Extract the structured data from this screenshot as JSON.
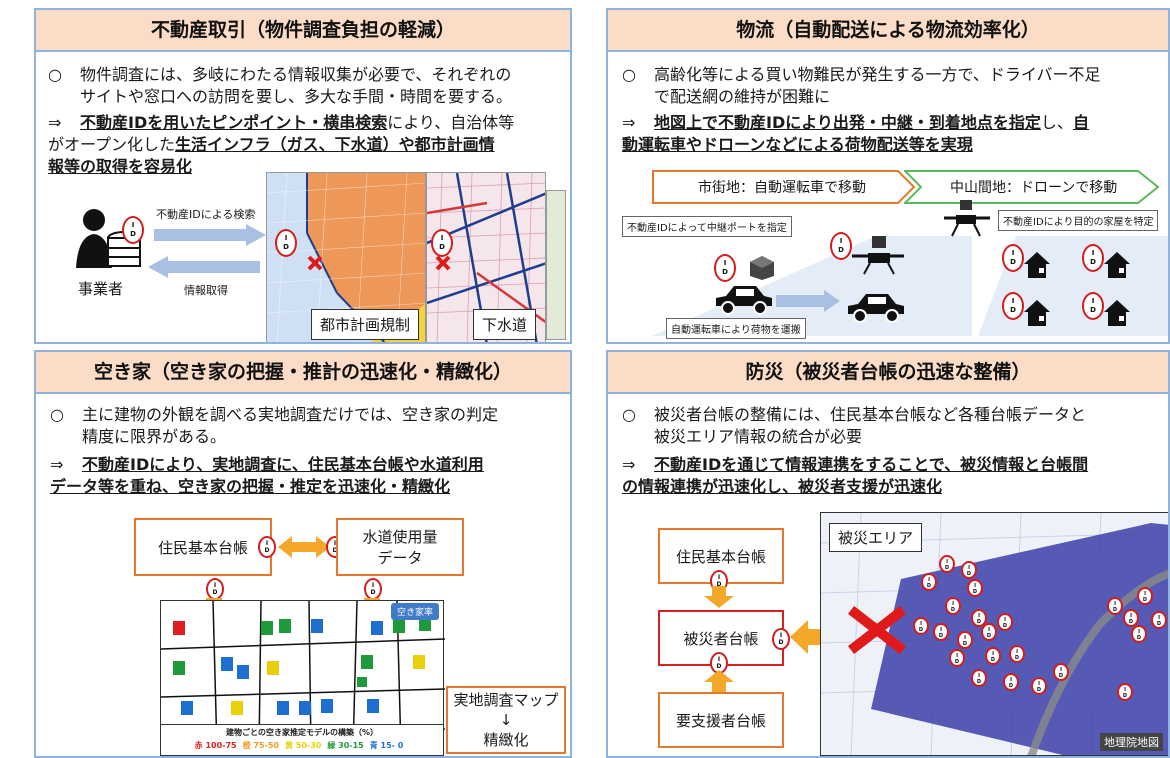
{
  "p1": {
    "title": "不動産取引（物件調査負担の軽減）",
    "b1_mark": "○",
    "b1_l1": "物件調査には、多岐にわたる情報収集が必要で、それぞれの",
    "b1_l2": "サイトや窓口への訪問を要し、多大な手間・時間を要する。",
    "b2_mark": "⇒",
    "b2_l1a": "不動産IDを用いたピンポイント・横串検索",
    "b2_l1b": "により、自治体等",
    "b2_l2a": "がオープン化した",
    "b2_l2b": "生活インフラ（ガス、下水道）や都市計画情",
    "b2_l3": "報等の取得を容易化",
    "search_label": "不動産IDによる検索",
    "info_label": "情報取得",
    "operator": "事業者",
    "map1_label": "都市計画規制",
    "map2_label": "下水道"
  },
  "p2": {
    "title": "物流（自動配送による物流効率化）",
    "b1_mark": "○",
    "b1_l1": "高齢化等による買い物難民が発生する一方で、ドライバー不足",
    "b1_l2": "で配送網の維持が困難に",
    "b2_mark": "⇒",
    "b2_l1a": "地図上で不動産IDにより出発・中継・到着地点を指定",
    "b2_l1b": "し、",
    "b2_l1c": "自",
    "b2_l2": "動運転車やドローンなどによる荷物配送等を実現",
    "urban": "市街地：自動運転車で移動",
    "mountain": "中山間地：ドローンで移動",
    "relay_label": "不動産IDによって中継ポートを指定",
    "dest_label": "不動産IDにより目的の家屋を特定",
    "car_label": "自動運転車により荷物を運搬"
  },
  "p3": {
    "title": "空き家（空き家の把握・推計の迅速化・精緻化）",
    "b1_mark": "○",
    "b1_l1": "主に建物の外観を調べる実地調査だけでは、空き家の判定",
    "b1_l2": "精度に限界がある。",
    "b2_mark": "⇒",
    "b2_l1": "不動産IDにより、実地調査に、住民基本台帳や水道利用",
    "b2_l2": "データ等を重ね、空き家の把握・推定を迅速化・精緻化",
    "box1": "住民基本台帳",
    "box2_l1": "水道使用量",
    "box2_l2": "データ",
    "tag": "空き家率",
    "legend_title": "建物ごとの空き家推定モデルの構築（%）",
    "legend": [
      {
        "name": "赤",
        "range": "100-75",
        "color": "#e02020"
      },
      {
        "name": "橙",
        "range": "75-50",
        "color": "#f59a23"
      },
      {
        "name": "黄",
        "range": "50-30",
        "color": "#e8d10a"
      },
      {
        "name": "緑",
        "range": "30-15",
        "color": "#1f9a3a"
      },
      {
        "name": "青",
        "range": "15- 0",
        "color": "#1f6fd0"
      }
    ],
    "survey_l1": "実地調査マップ",
    "survey_arrow": "↓",
    "survey_l2": "精緻化"
  },
  "p4": {
    "title": "防災（被災者台帳の迅速な整備）",
    "b1_mark": "○",
    "b1_l1": "被災者台帳の整備には、住民基本台帳など各種台帳データと",
    "b1_l2": "被災エリア情報の統合が必要",
    "b2_mark": "⇒",
    "b2_l1": "不動産IDを通じて情報連携をすることで、被災情報と台帳間",
    "b2_l2": "の情報連携が迅速化し、被災者支援が迅速化",
    "box1": "住民基本台帳",
    "box2": "被災者台帳",
    "box3": "要支援者台帳",
    "area_label": "被災エリア",
    "map_credit": "地理院地図"
  },
  "id_badge": "I\nD"
}
